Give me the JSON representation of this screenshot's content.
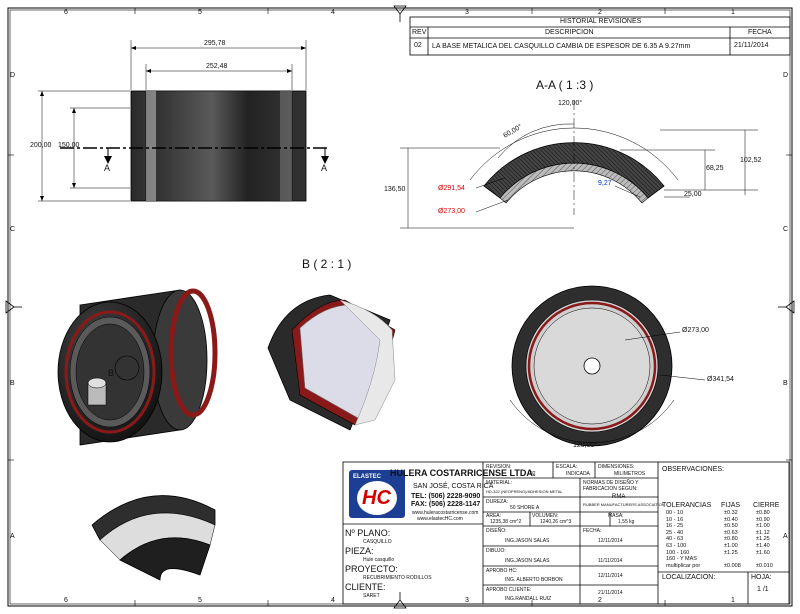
{
  "frame": {
    "col_labels": [
      "6",
      "5",
      "4",
      "3",
      "2",
      "1"
    ],
    "row_labels": [
      "D",
      "C",
      "B",
      "A"
    ]
  },
  "revisions": {
    "title": "HISTORIAL REVISIONES",
    "headers": {
      "rev": "REV",
      "desc": "DESCRIPCION",
      "date": "FECHA"
    },
    "row": {
      "rev": "02",
      "desc": "LA BASE METALICA DEL CASQUILLO CAMBIA DE ESPESOR DE 6.35 A 9.27mm",
      "date": "21/11/2014"
    }
  },
  "front_view": {
    "dims": {
      "outer_width": "295,78",
      "inner_width": "252,48",
      "height_outer": "200,00",
      "height_inner": "150,00"
    },
    "section_marker": "A"
  },
  "section_view": {
    "title": "A-A ( 1 :3 )",
    "dims": {
      "angle_top": "120,00°",
      "angle_inner": "60,00°",
      "h1": "102,52",
      "h2": "68,25",
      "h3": "136,50",
      "w1": "25,00",
      "d1": "Ø291,54",
      "d2": "Ø273,00",
      "t1": "9,27"
    }
  },
  "detail_label": "B ( 2 : 1 )",
  "iso_label": "B",
  "side_view": {
    "dims": {
      "d_inner": "Ø273,00",
      "d_outer": "Ø341,54",
      "angle": "120,00°"
    }
  },
  "title_block": {
    "company": "HULERA COSTARRICENSE LTDA.",
    "city": "SAN JOSÉ, COSTA RICA",
    "tel": "TEL: (506) 2228-9090",
    "fax": "FAX: (506) 2228-1147",
    "web1": "www.huleracostarricense.com",
    "web2": "www.elastecHC.com",
    "logo_top": "ELASTEC",
    "logo_main": "HC",
    "plano_label": "Nº PLANO:",
    "plano_value": "CASQUILLO",
    "pieza_label": "PIEZA:",
    "pieza_value": "Hule casquillo",
    "proyecto_label": "PROYECTO:",
    "proyecto_value": "RECUBRIMIENTO RODILLOS",
    "cliente_label": "CLIENTE:",
    "cliente_value": "SARET",
    "revision_label": "REVISION:",
    "revision_value": "02",
    "escala_label": "ESCALA:",
    "escala_value": "INDICADA",
    "dimensiones_label": "DIMENSIONES:",
    "dimensiones_value": "MILIMETROS",
    "material_label": "MATERIAL:",
    "material_value": "HD-322 (NEOPRENO)/ADHESION METAL",
    "normas_label": "NORMAS DE DISEÑO Y FABRICACION SEGUN:",
    "normas_value": "RMA",
    "normas_sub": "RUBBER MANUFACTURERS ASSOCIATION",
    "dureza_label": "DUREZA:",
    "dureza_value": "50 SHORE A",
    "area_label": "AREA:",
    "area_value": "1235,38 cm^2",
    "volumen_label": "VOLUMEN:",
    "volumen_value": "1240,26 cm^3",
    "masa_label": "MASA:",
    "masa_value": "1,55 kg",
    "diseno_label": "DISEÑO:",
    "diseno_value": "ING.JASON SALAS",
    "fecha_label": "FECHA:",
    "diseno_fecha": "12/11/2014",
    "dibujo_label": "DIBUJO:",
    "dibujo_value": "ING.JASON SALAS",
    "dibujo_fecha": "11/11/2014",
    "aprobo_hc_label": "APROBO HC:",
    "aprobo_hc_value": "ING. ALBERTO BORBON",
    "aprobo_hc_fecha": "12/11/2014",
    "aprobo_cliente_label": "APROBO CLIENTE:",
    "aprobo_cliente_value": "ING.RANDALL RUIZ",
    "aprobo_cliente_fecha": "21/11/2014",
    "observaciones_label": "OBSERVACIONES:",
    "localizacion_label": "LOCALIZACION:",
    "hoja_label": "HOJA:",
    "hoja_value": "1 /1"
  },
  "tolerances": {
    "title": "TOLERANCIAS",
    "col_fijas": "FIJAS",
    "col_cierre": "CIERRE",
    "rows": [
      {
        "range": "00 - 10",
        "fijas": "±0.32",
        "cierre": "±0.80"
      },
      {
        "range": "10 - 16",
        "fijas": "±0.40",
        "cierre": "±0.90"
      },
      {
        "range": "16 - 25",
        "fijas": "±0.50",
        "cierre": "±1.00"
      },
      {
        "range": "25 - 40",
        "fijas": "±0.63",
        "cierre": "±1.12"
      },
      {
        "range": "40 - 63",
        "fijas": "±0.80",
        "cierre": "±1.25"
      },
      {
        "range": "63 - 100",
        "fijas": "±1.00",
        "cierre": "±1.40"
      },
      {
        "range": "100 - 160",
        "fijas": "±1.25",
        "cierre": "±1.60"
      },
      {
        "range": "160 - Y MAS",
        "fijas": "",
        "cierre": ""
      },
      {
        "range": "multiplicar por",
        "fijas": "±0.008",
        "cierre": "±0.010"
      }
    ]
  }
}
